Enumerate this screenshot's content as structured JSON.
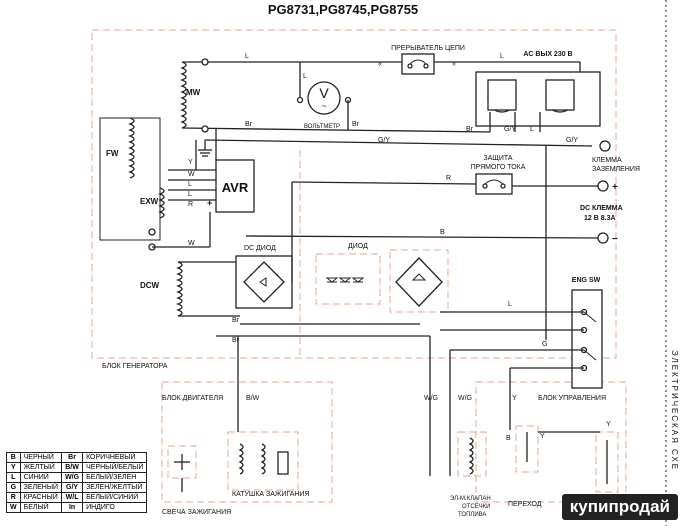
{
  "title": "PG8731,PG8745,PG8755",
  "zones": {
    "generator_block": "БЛОК ГЕНЕРАТОРА",
    "engine_block": "БЛОК ДВИГАТЕЛЯ",
    "control_block": "БЛОК УПРАВЛЕНИЯ"
  },
  "components": {
    "circuit_breaker": "ПРЕРЫВАТЕЛЬ ЦЕПИ",
    "ac_output": "AC ВЫХ 230 В",
    "voltmeter": "ВОЛЬТМЕТР",
    "voltmeter_symbol": "V",
    "mw": "MW",
    "fw": "FW",
    "exw": "EXW",
    "dcw": "DCW",
    "avr": "AVR",
    "dc_protection": [
      "ЗАЩИТА",
      "ПРЯМОГО ТОКА"
    ],
    "ground_terminal": [
      "КЛЕММА",
      "ЗАЗЕМЛЕНИЯ"
    ],
    "dc_terminal": [
      "DC КЛЕММА",
      "12 В 8.3А"
    ],
    "plus": "+",
    "minus": "−",
    "dc_diode": "DC ДИОД",
    "diode": "ДИОД",
    "eng_sw": "ENG SW",
    "spark_plug": "СВЕЧА ЗАЖИГАНИЯ",
    "ignition_coil": "КАТУШКА ЗАЖИГАНИЯ",
    "fuel_valve": [
      "ЭЛ-М.КЛАПАН",
      "ОТСЕЧКИ",
      "ТОПЛИВА"
    ],
    "switch": "ПЕРЕХОД",
    "side_caption": "ЭЛЕКТРИЧЕСКАЯ СХЕ"
  },
  "wire_labels": {
    "L": "L",
    "Br": "Br",
    "GY": "G/Y",
    "R": "R",
    "B": "B",
    "W": "W",
    "Y": "Y",
    "G": "G",
    "BW": "B/W",
    "WG": "W/G"
  },
  "legend": [
    [
      "B",
      "ЧЕРНЫЙ",
      "Br",
      "КОРИЧНЕВЫЙ"
    ],
    [
      "Y",
      "ЖЕЛТЫЙ",
      "B/W",
      "ЧЕРНЫЙ/БЕЛЫЙ"
    ],
    [
      "L",
      "СИНИЙ",
      "W/G",
      "БЕЛЫЙ/ЗЕЛЕН"
    ],
    [
      "G",
      "ЗЕЛЕНЫЙ",
      "G/Y",
      "ЗЕЛЕН/ЖЕЛТЫЙ"
    ],
    [
      "R",
      "КРАСНЫЙ",
      "W/L",
      "БЕЛЫЙ/СИНИЙ"
    ],
    [
      "W",
      "БЕЛЫЙ",
      "In",
      "ИНДИГО"
    ]
  ],
  "watermark": "купипродай"
}
